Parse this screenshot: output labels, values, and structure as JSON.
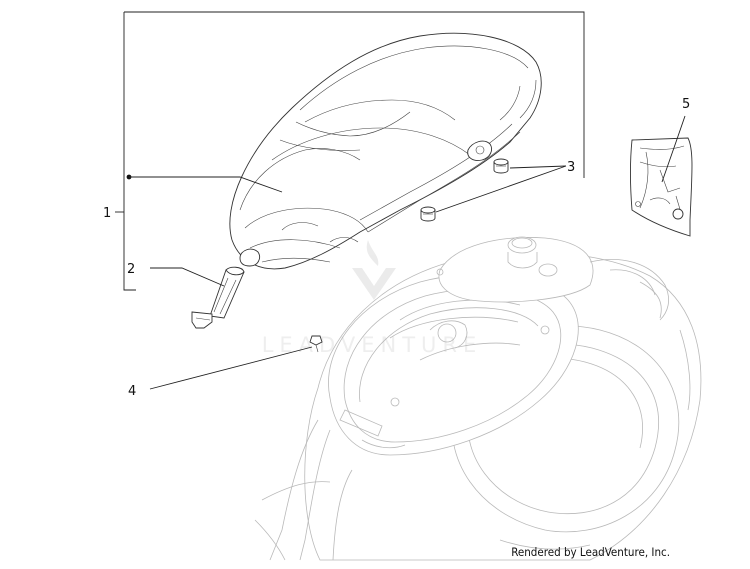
{
  "callouts": [
    {
      "id": "1",
      "label": "1"
    },
    {
      "id": "2",
      "label": "2"
    },
    {
      "id": "3",
      "label": "3"
    },
    {
      "id": "4",
      "label": "4"
    },
    {
      "id": "5",
      "label": "5"
    }
  ],
  "watermark": {
    "text": "LEADVENTURE"
  },
  "credit": "Rendered by LeadVenture, Inc."
}
